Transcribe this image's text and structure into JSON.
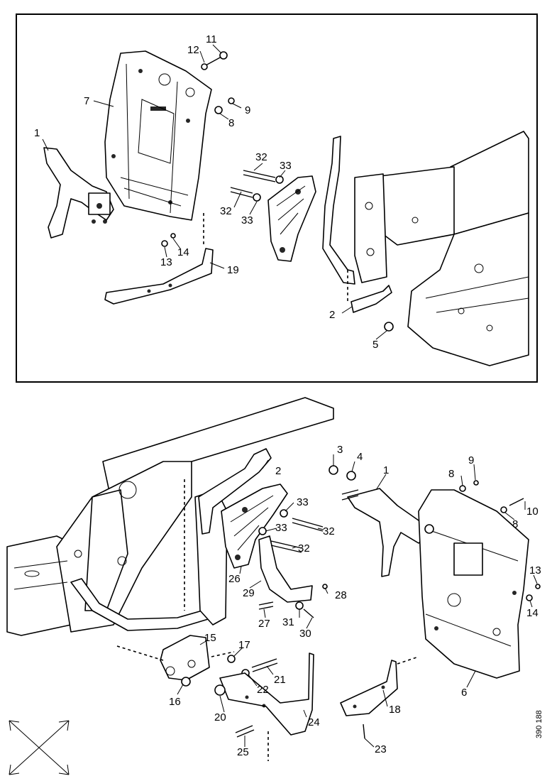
{
  "reference_number": "390 188",
  "upper_view": {
    "callouts": [
      "11",
      "12",
      "7",
      "9",
      "8",
      "1",
      "32",
      "33",
      "32",
      "33",
      "14",
      "13",
      "19",
      "2",
      "5"
    ]
  },
  "lower_view": {
    "callouts": [
      "3",
      "4",
      "1",
      "8",
      "9",
      "2",
      "33",
      "32",
      "33",
      "32",
      "10",
      "8",
      "26",
      "29",
      "28",
      "13",
      "14",
      "27",
      "31",
      "30",
      "15",
      "17",
      "21",
      "22",
      "16",
      "20",
      "24",
      "18",
      "6",
      "25",
      "23"
    ]
  },
  "orientation_icon": "four-way-arrow-icon"
}
